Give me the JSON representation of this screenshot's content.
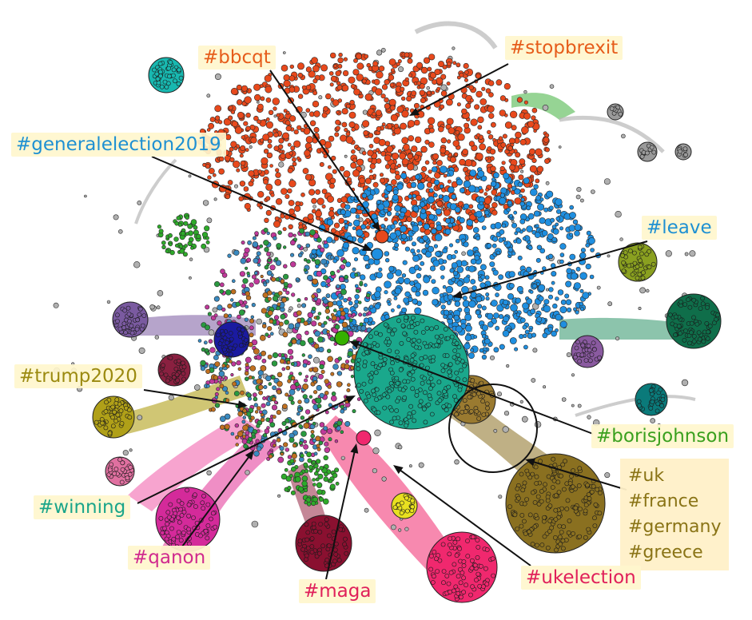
{
  "labels": {
    "bbcqt": {
      "text": "#bbcqt",
      "color": "#e65c1a"
    },
    "stopbrexit": {
      "text": "#stopbrexit",
      "color": "#e65c1a"
    },
    "generalelection2019": {
      "text": "#generalelection2019",
      "color": "#1e90d2"
    },
    "leave": {
      "text": "#leave",
      "color": "#1e90d2"
    },
    "trump2020": {
      "text": "#trump2020",
      "color": "#9b8a10"
    },
    "borisjohnson": {
      "text": "#borisjohnson",
      "color": "#3aa01e"
    },
    "uk_group": {
      "items": [
        "#uk",
        "#france",
        "#germany",
        "#greece"
      ],
      "color": "#8a7416"
    },
    "winning": {
      "text": "#winning",
      "color": "#1aa58a"
    },
    "qanon": {
      "text": "#qanon",
      "color": "#d02a8e"
    },
    "maga": {
      "text": "#maga",
      "color": "#e0205a"
    },
    "ukelection": {
      "text": "#ukelection",
      "color": "#e0205a"
    }
  },
  "colors": {
    "bbcqt_cluster": "#e8491c",
    "leave_cluster": "#1f8fe0",
    "borisjohnson_node": "#35b000",
    "teal_cluster": "#1aa88c",
    "maga_cluster": "#f0286e",
    "uk_cluster": "#8a7020",
    "green_cluster": "#2eaa2a",
    "dark_green_cluster": "#0f6e4a",
    "magenta_cluster": "#d42a9a",
    "navy_cluster": "#1a1aa0",
    "olive_cluster": "#b0a018",
    "maroon_cluster": "#8a1030",
    "purple_cluster": "#7a5aa0",
    "cyan_cluster": "#18b8b0",
    "grey_nodes": "#b0b0b0"
  }
}
